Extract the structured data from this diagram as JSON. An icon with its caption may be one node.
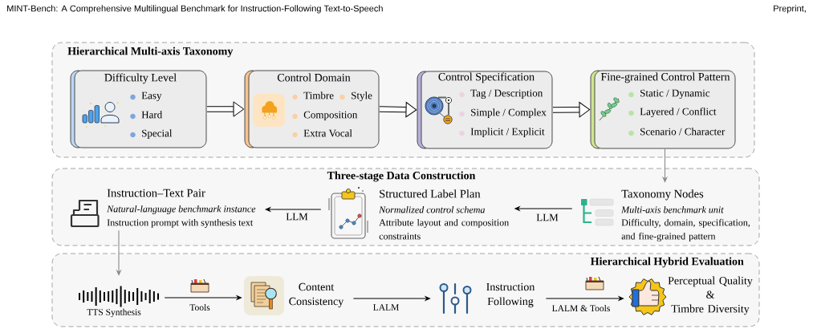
{
  "diagram": {
    "nodes": [
      {
        "text": [
          "Hierarchical Multi-axis Taxonomy"
        ]
      },
      {
        "text": [
          "Difficulty Level",
          "Easy",
          "Hard",
          "Special"
        ],
        "in": 0
      },
      {
        "text": [
          "Control Domain",
          "Timbre",
          "Style",
          "Composition",
          "Extra Vocal"
        ],
        "in": 0
      },
      {
        "text": [
          "Control Specification",
          "Tag / Description",
          "Simple / Complex",
          "Implicit / Explicit"
        ],
        "in": 0
      },
      {
        "text": [
          "Fine-grained Control Pattern",
          "Static / Dynamic",
          "Layered / Conflict",
          "Scenario / Character"
        ],
        "in": 0
      },
      {
        "text": [
          "Three-stage Data Construction"
        ]
      },
      {
        "text": [
          "Instruction–Text Pair",
          "Natural-language benchmark instance",
          "Instruction prompt with synthesis text"
        ],
        "in": 5
      },
      {
        "text": [
          "Structured Label Plan",
          "Normalized control schema",
          "Attribute layout and composition constraints"
        ],
        "in": 5
      },
      {
        "text": [
          "Taxonomy Nodes",
          "Multi-axis benchmark unit",
          "Difficulty, domain, specification, and fine-grained pattern"
        ],
        "in": 5
      },
      {
        "text": [
          "Hierarchical Hybrid Evaluation"
        ]
      },
      {
        "text": [
          "TTS Synthesis"
        ],
        "in": 9
      },
      {
        "text": [
          "Content Consistency"
        ],
        "in": 9
      },
      {
        "text": [
          "Instruction Following"
        ],
        "in": 9
      },
      {
        "text": [
          "Perceptual Quality & Timbre Diversity"
        ],
        "in": 9
      }
    ],
    "edges": [
      {
        "from": 1,
        "to": 2,
        "arrow": "to",
        "style": "thick"
      },
      {
        "from": 2,
        "to": 3,
        "arrow": "to",
        "style": "thick"
      },
      {
        "from": 3,
        "to": 4,
        "arrow": "to",
        "style": "thick"
      },
      {
        "from": 4,
        "to": 8,
        "arrow": "to",
        "color": "#8a8a8a"
      },
      {
        "from": 8,
        "to": 7,
        "arrow": "to",
        "label": "LLM"
      },
      {
        "from": 7,
        "to": 6,
        "arrow": "to",
        "label": "LLM"
      },
      {
        "from": 6,
        "to": 10,
        "arrow": "to",
        "color": "#8a8a8a"
      },
      {
        "from": 10,
        "to": 11,
        "arrow": "to",
        "label": "Tools"
      },
      {
        "from": 11,
        "to": 12,
        "arrow": "to",
        "label": "LALM"
      },
      {
        "from": 12,
        "to": 13,
        "arrow": "to",
        "label": "LALM & Tools"
      }
    ],
    "labels": [
      "MINT-Bench: A Comprehensive Multilingual Benchmark for Instruction-Following Text-to-Speech",
      "Preprint,"
    ]
  }
}
